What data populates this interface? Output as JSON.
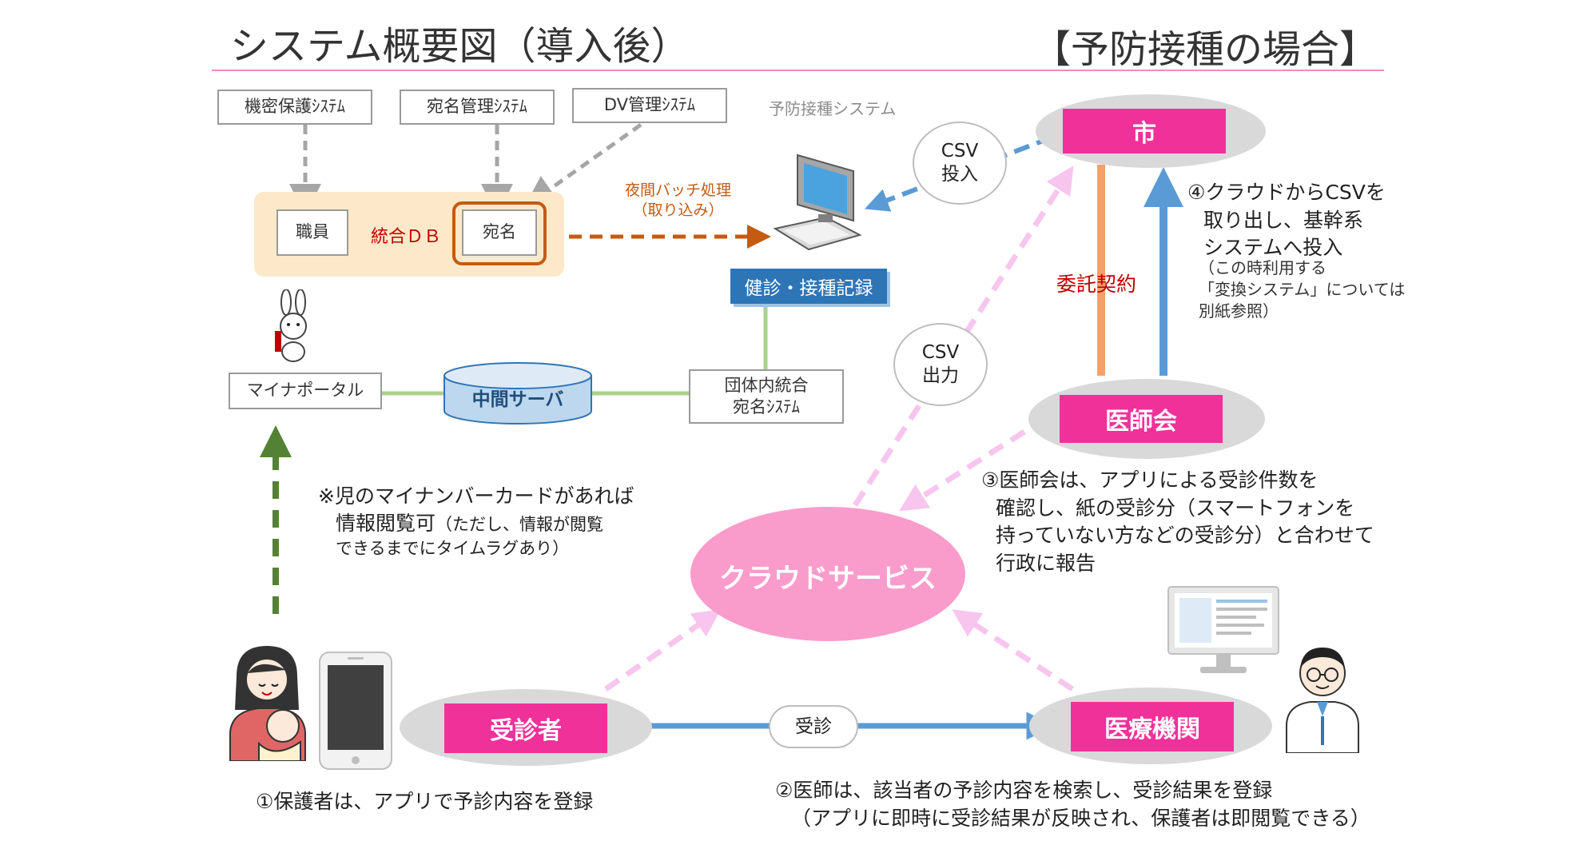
{
  "header": {
    "title": "システム概要図（導入後）",
    "case_label": "【予防接種の場合】"
  },
  "systems": {
    "kimitsu": "機密保護ｼｽﾃﾑ",
    "atena_kanri": "宛名管理ｼｽﾃﾑ",
    "dv_kanri": "DV管理ｼｽﾃﾑ",
    "yobou_system": "予防接種システム",
    "shokuin": "職員",
    "tougou_db": "統合ＤＢ",
    "atena": "宛名",
    "batch_line1": "夜間バッチ処理",
    "batch_line2": "（取り込み）",
    "kenshin_record": "健診・接種記録",
    "mynaportal": "マイナポータル",
    "chukan_server": "中間サーバ",
    "dantai_line1": "団体内統合",
    "dantai_line2": "宛名ｼｽﾃﾑ"
  },
  "actors": {
    "city": "市",
    "medical_assoc": "医師会",
    "cloud": "クラウドサービス",
    "patient": "受診者",
    "hospital": "医療機関"
  },
  "labels": {
    "csv_in_line1": "CSV",
    "csv_in_line2": "投入",
    "csv_out_line1": "CSV",
    "csv_out_line2": "出力",
    "itaku": "委託契約",
    "jushin": "受診"
  },
  "notes": {
    "note4_line1": "④クラウドからCSVを",
    "note4_line2": "取り出し、基幹系",
    "note4_line3": "システムへ投入",
    "note4_small1": "（この時利用する",
    "note4_small2": "「変換システム」については",
    "note4_small3": "別紙参照）",
    "note3_line1": "③医師会は、アプリによる受診件数を",
    "note3_line2": "確認し、紙の受診分（スマートフォンを",
    "note3_line3": "持っていない方などの受診分）と合わせて",
    "note3_line4": "行政に報告",
    "mynumber_line1": "※児のマイナンバーカードがあれば",
    "mynumber_line2a": "情報閲覧可",
    "mynumber_line2b": "（ただし、情報が閲覧",
    "mynumber_line3": "できるまでにタイムラグあり）",
    "note1": "①保護者は、アプリで予診内容を登録",
    "note2_line1": "②医師は、該当者の予診内容を検索し、受診結果を登録",
    "note2_line2": "（アプリに即時に受診結果が反映され、保護者は即閲覧できる）"
  },
  "colors": {
    "accent_pink": "#f0319a",
    "cloud_pink": "#f99ccb",
    "arrow_blue": "#5b9bd5",
    "arrow_orange": "#f4a06a",
    "arrow_brown": "#c55a11",
    "arrow_green": "#548235",
    "db_band": "#fde9c9",
    "record_blue": "#2e75b6"
  },
  "icons": {
    "computer": "computer-icon",
    "rabbit": "mascot-rabbit-icon",
    "parent": "parent-child-icon",
    "smartphone": "smartphone-icon",
    "monitor": "monitor-icon",
    "doctor": "doctor-icon"
  }
}
